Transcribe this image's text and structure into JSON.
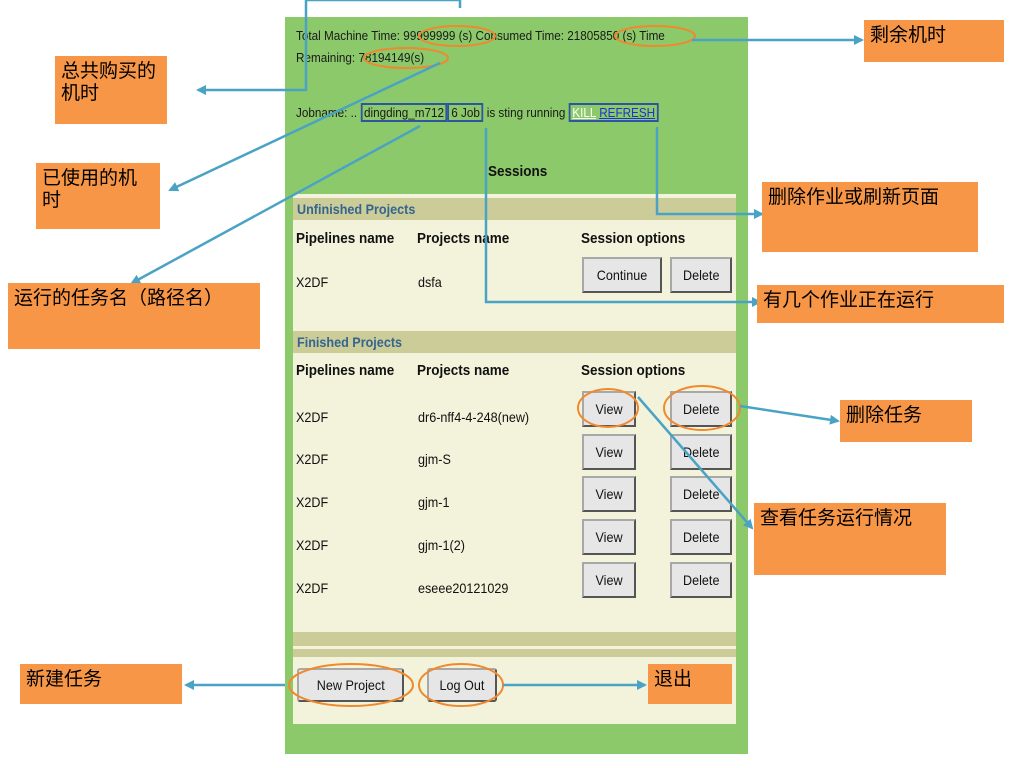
{
  "status": {
    "total_machine_time_label": "Total Machine Time:",
    "total_machine_time_value": "99999999 (s)",
    "consumed_time_label": "Consumed Time:",
    "consumed_time_value": "21805850 (s)",
    "time_remaining_label_a": "Time",
    "time_remaining_label_b": "Remaining:",
    "time_remaining_value": "78194149(s)"
  },
  "job": {
    "jobname_label": "Jobname: ..",
    "jobname_value": "dingding_m712",
    "jobs_count": "6 Job",
    "running_text": "is sting running",
    "kill_label": "KILL",
    "refresh_label": "REFRESH"
  },
  "sessions_title": "Sessions",
  "unfinished": {
    "title": "Unfinished Projects",
    "columns": [
      "Pipelines name",
      "Projects name",
      "Session options"
    ],
    "rows": [
      {
        "pipeline": "X2DF",
        "project": "dsfa",
        "continue_label": "Continue",
        "delete_label": "Delete"
      }
    ]
  },
  "finished": {
    "title": "Finished Projects",
    "columns": [
      "Pipelines name",
      "Projects name",
      "Session options"
    ],
    "rows": [
      {
        "pipeline": "X2DF",
        "project": "dr6-nff4-4-248(new)",
        "view_label": "View",
        "delete_label": "Delete"
      },
      {
        "pipeline": "X2DF",
        "project": "gjm-S",
        "view_label": "View",
        "delete_label": "Delete"
      },
      {
        "pipeline": "X2DF",
        "project": "gjm-1",
        "view_label": "View",
        "delete_label": "Delete"
      },
      {
        "pipeline": "X2DF",
        "project": "gjm-1(2)",
        "view_label": "View",
        "delete_label": "Delete"
      },
      {
        "pipeline": "X2DF",
        "project": "eseee20121029",
        "view_label": "View",
        "delete_label": "Delete"
      }
    ]
  },
  "footer": {
    "new_project_label": "New Project",
    "logout_label": "Log Out"
  },
  "annotations": {
    "total_time": "总共购买的机时",
    "used_time": "已使用的机时",
    "job_name": "运行的任务名（路径名）",
    "remaining_time": "剩余机时",
    "kill_refresh": "删除作业或刷新页面",
    "jobs_running": "有几个作业正在运行",
    "delete_task": "删除任务",
    "view_task": "查看任务运行情况",
    "new_task": "新建任务",
    "exit": "退出"
  },
  "colors": {
    "panel_green": "#8cc96a",
    "section_header": "#cccc99",
    "section_title": "#34658f",
    "callout_orange": "#f79646",
    "arrow_blue": "#4aa3c4",
    "highlight_orange": "#f0892e",
    "box_blue": "#2f55a0"
  }
}
